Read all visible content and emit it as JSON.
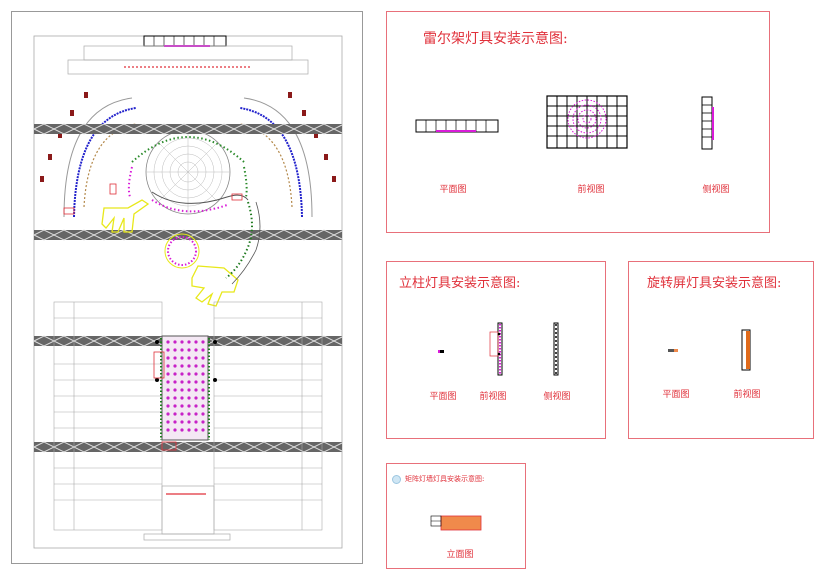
{
  "panels": {
    "truss": {
      "title": "雷尔架灯具安装示意图:",
      "captions": {
        "plan": "平面图",
        "front": "前视图",
        "side": "侧视图"
      }
    },
    "column": {
      "title": "立柱灯具安装示意图:",
      "captions": {
        "plan": "平面图",
        "front": "前视图",
        "side": "侧视图"
      }
    },
    "rotating": {
      "title": "旋转屏灯具安装示意图:",
      "captions": {
        "plan": "平面图",
        "front": "前视图"
      }
    },
    "matrix": {
      "title": "矩阵灯墙灯具安装示意图:",
      "captions": {
        "elevation": "立面图"
      }
    }
  },
  "colors": {
    "frame": "#e8707a",
    "title": "#e0303a",
    "truss": "#555555",
    "magenta": "#d81bd8",
    "green": "#1f7a1f",
    "yellow": "#e8e81a",
    "blue": "#2222cc",
    "orange": "#f08a4b"
  }
}
